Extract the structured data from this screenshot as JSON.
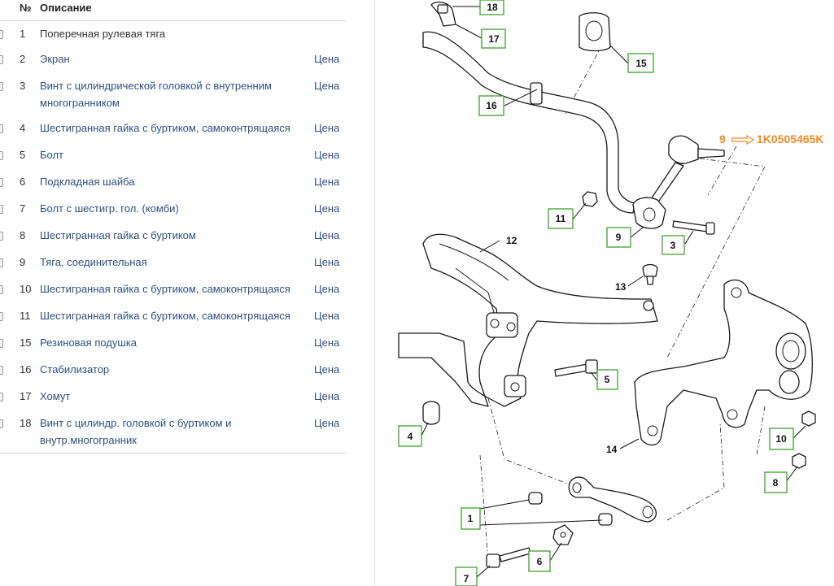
{
  "table": {
    "header": {
      "num": "№",
      "desc": "Описание"
    },
    "rows": [
      {
        "num": "1",
        "desc": "Поперечная рулевая тяга",
        "price": ""
      },
      {
        "num": "2",
        "desc": "Экран",
        "price": "Цена"
      },
      {
        "num": "3",
        "desc": "Винт с цилиндрической головкой с внутренним многогранником",
        "price": "Цена"
      },
      {
        "num": "4",
        "desc": "Шестигранная гайка с буртиком, самоконтрящаяся",
        "price": "Цена"
      },
      {
        "num": "5",
        "desc": "Болт",
        "price": "Цена"
      },
      {
        "num": "6",
        "desc": "Подкладная шайба",
        "price": "Цена"
      },
      {
        "num": "7",
        "desc": "Болт с шестигр. гол. (комби)",
        "price": "Цена"
      },
      {
        "num": "8",
        "desc": "Шестигранная гайка с буртиком",
        "price": "Цена"
      },
      {
        "num": "9",
        "desc": "Тяга, соединительная",
        "price": "Цена"
      },
      {
        "num": "10",
        "desc": "Шестигранная гайка с буртиком, самоконтрящаяся",
        "price": "Цена"
      },
      {
        "num": "11",
        "desc": "Шестигранная гайка с буртиком, самоконтрящаяся",
        "price": "Цена"
      },
      {
        "num": "15",
        "desc": "Резиновая подушка",
        "price": "Цена"
      },
      {
        "num": "16",
        "desc": "Стабилизатор",
        "price": "Цена"
      },
      {
        "num": "17",
        "desc": "Хомут",
        "price": "Цена"
      },
      {
        "num": "18",
        "desc": "Винт с цилиндр. головкой с буртиком и внутр.многогранник",
        "price": "Цена"
      }
    ]
  },
  "diagram": {
    "callouts": {
      "c18": "18",
      "c17": "17",
      "c15": "15",
      "c16": "16",
      "c11": "11",
      "c9": "9",
      "c3": "3",
      "c5": "5",
      "c4": "4",
      "c10": "10",
      "c8": "8",
      "c1": "1",
      "c6": "6",
      "c7": "7"
    },
    "labels": {
      "l12": "12",
      "l13": "13",
      "l14": "14"
    },
    "part_number": {
      "ref": "9",
      "code": "1K0505465K",
      "arrow_color": "#f28a22"
    },
    "accent_color": "#3aa52b"
  }
}
